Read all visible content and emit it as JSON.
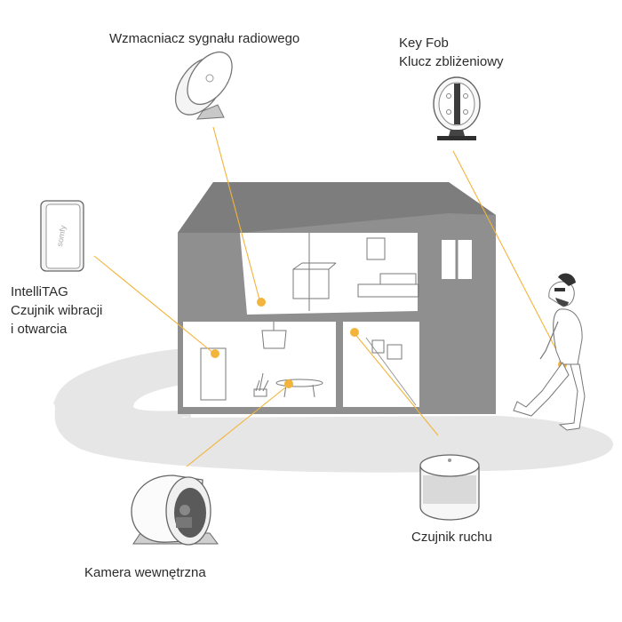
{
  "labels": {
    "signal_booster": "Wzmacniacz sygnału radiowego",
    "keyfob_line1": "Key Fob",
    "keyfob_line2": "Klucz zbliżeniowy",
    "intellitag_line1": "IntelliTAG",
    "intellitag_line2": "Czujnik wibracji",
    "intellitag_line3": "i otwarcia",
    "indoor_camera": "Kamera wewnętrzna",
    "motion_sensor": "Czujnik ruchu",
    "intellitag_logo": "somfy"
  },
  "colors": {
    "accent": "#f2b43a",
    "house_wall": "#8f8f8f",
    "house_roof": "#7d7d7d",
    "interior": "#ffffff",
    "ground_path": "#e6e6e6",
    "line_art": "#7a7a7a",
    "text": "#2b2b2b"
  }
}
